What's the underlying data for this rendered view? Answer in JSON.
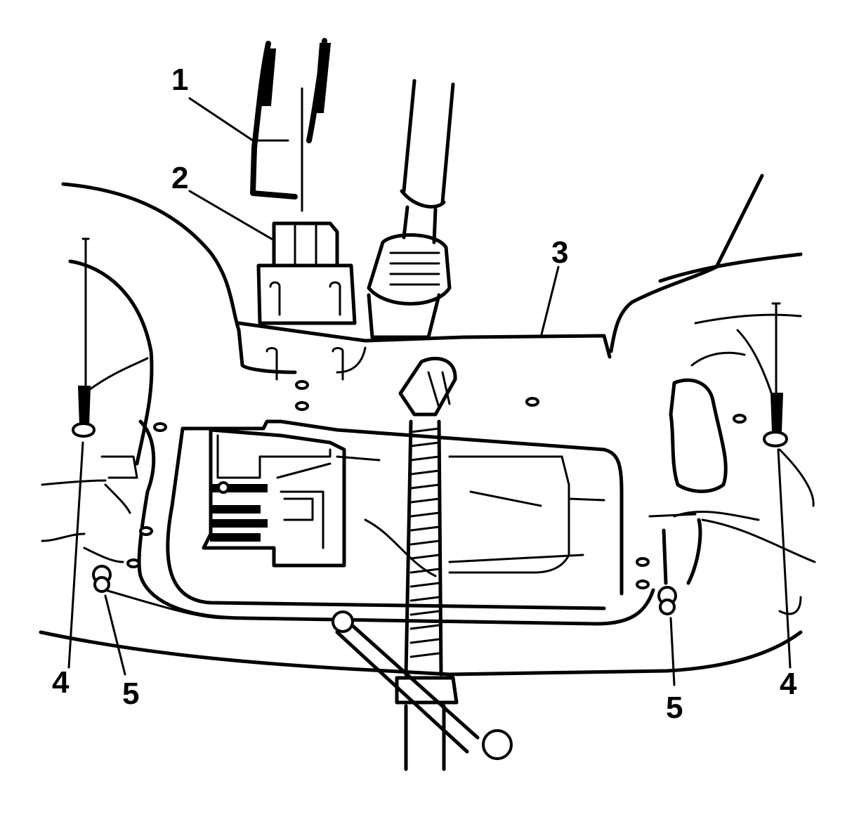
{
  "callouts": {
    "c1": "1",
    "c2": "2",
    "c3": "3",
    "c4_left": "4",
    "c4_right": "4",
    "c5_left": "5",
    "c5_right": "5"
  },
  "colors": {
    "ink": "#000000",
    "paper": "#ffffff"
  }
}
